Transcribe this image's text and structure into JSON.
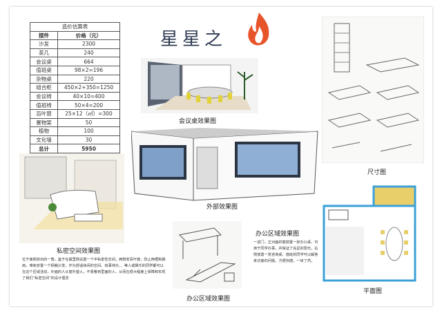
{
  "title": "星星之",
  "cost_table": {
    "caption": "造价估算表",
    "headers": [
      "摆件",
      "价格（元）"
    ],
    "rows": [
      [
        "沙发",
        "2300"
      ],
      [
        "茶几",
        "240"
      ],
      [
        "会议桌",
        "664"
      ],
      [
        "值班桌",
        "98×2=196"
      ],
      [
        "杂物桌",
        "220"
      ],
      [
        "组合柜",
        "450×2+350=1250"
      ],
      [
        "会议椅",
        "40×10=400"
      ],
      [
        "值班椅",
        "50×4=200"
      ],
      [
        "百叶窗",
        "25×12（㎡）=300"
      ],
      [
        "置物架",
        "50"
      ],
      [
        "植物",
        "100"
      ],
      [
        "文化墙",
        "30"
      ]
    ],
    "total": [
      "总计",
      "5950"
    ]
  },
  "captions": {
    "meeting": "会议桌效果图",
    "exterior": "外部效果图",
    "private": "私密空间效果图",
    "office_right": "办公区域效果图",
    "office_left": "办公区域效果图",
    "dimensions": "尺寸图",
    "plan": "平面图"
  },
  "private_text": "位于南侧突出的一角，鉴于在最里侧设置一个半私密性空间，两侧安百叶窗，防止西晒和飘雨，难免安置一个柄躺沙发，作为舒适休闲的空间，有事待办、、等人或娱乐的同学都可以在这个区域活动，外面的人从窗外望入，不易看到里面的人，从而在很大程度上保障和实现了我们“私密空间”的设计理念",
  "office_text": "一进门，正对面的窗前置一张办公桌，可用于同学办事，并保证了充足的阳光，右侧放置一张咨询桌，值班的同学可以解答来访者的问题，方便快捷，一目了然。",
  "colors": {
    "title": "#2e3b52",
    "flame": "#e8542a",
    "plan_wall": "#3aa0d8",
    "plan_floor": "#e9cf6a"
  }
}
